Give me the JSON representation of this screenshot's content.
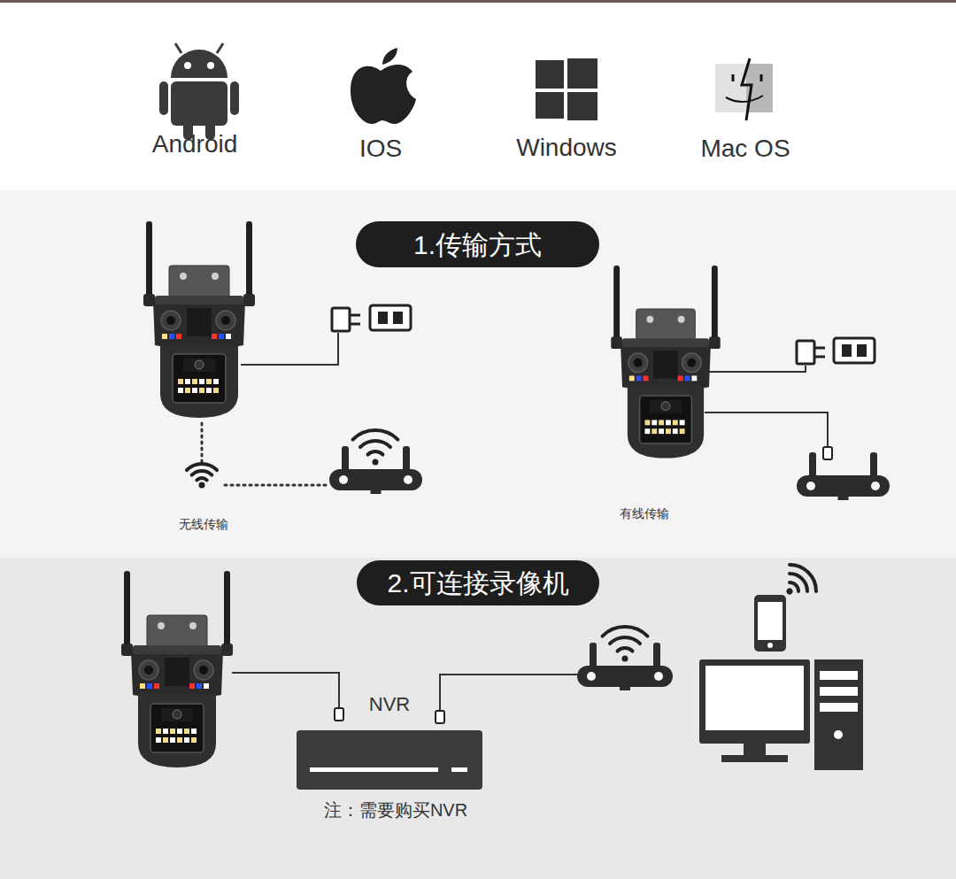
{
  "diagram": {
    "nodes": [
      {
        "text": [
          "1.传输方式"
        ]
      },
      {
        "text": [
          "2.可连接录像机"
        ]
      },
      {
        "text": [
          "NVR"
        ]
      }
    ],
    "labels": [
      "Android",
      "IOS",
      "Windows",
      "Mac OS",
      "无线传输",
      "有线传输",
      "注：需要购买NVR"
    ]
  }
}
